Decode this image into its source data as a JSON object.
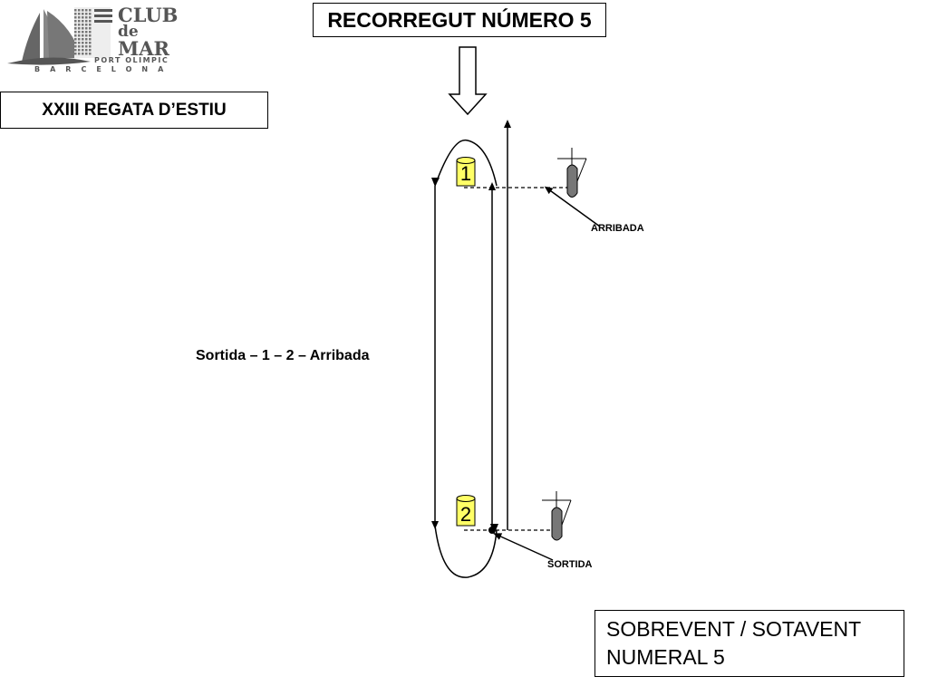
{
  "title": "RECORREGUT NÚMERO 5",
  "subtitle": "XXIII REGATA D’ESTIU",
  "route": "Sortida – 1 – 2 – Arribada",
  "course_name": {
    "line1": "SOBREVENT / SOTAVENT",
    "line2": "NUMERAL 5"
  },
  "labels": {
    "finish": "ARRIBADA",
    "start": "SORTIDA"
  },
  "marks": [
    {
      "number": "1",
      "color": "#ffff66"
    },
    {
      "number": "2",
      "color": "#ffff66"
    }
  ],
  "logo": {
    "club": "CLUB",
    "de": "de",
    "mar": "MAR",
    "port": "PORT OLIMPIC",
    "city": "BARCELONA",
    "color": "#555555"
  },
  "icons": {
    "wind": "down-arrow-icon",
    "boat": "committee-boat-icon",
    "logo": "sailboat-logo-icon"
  }
}
